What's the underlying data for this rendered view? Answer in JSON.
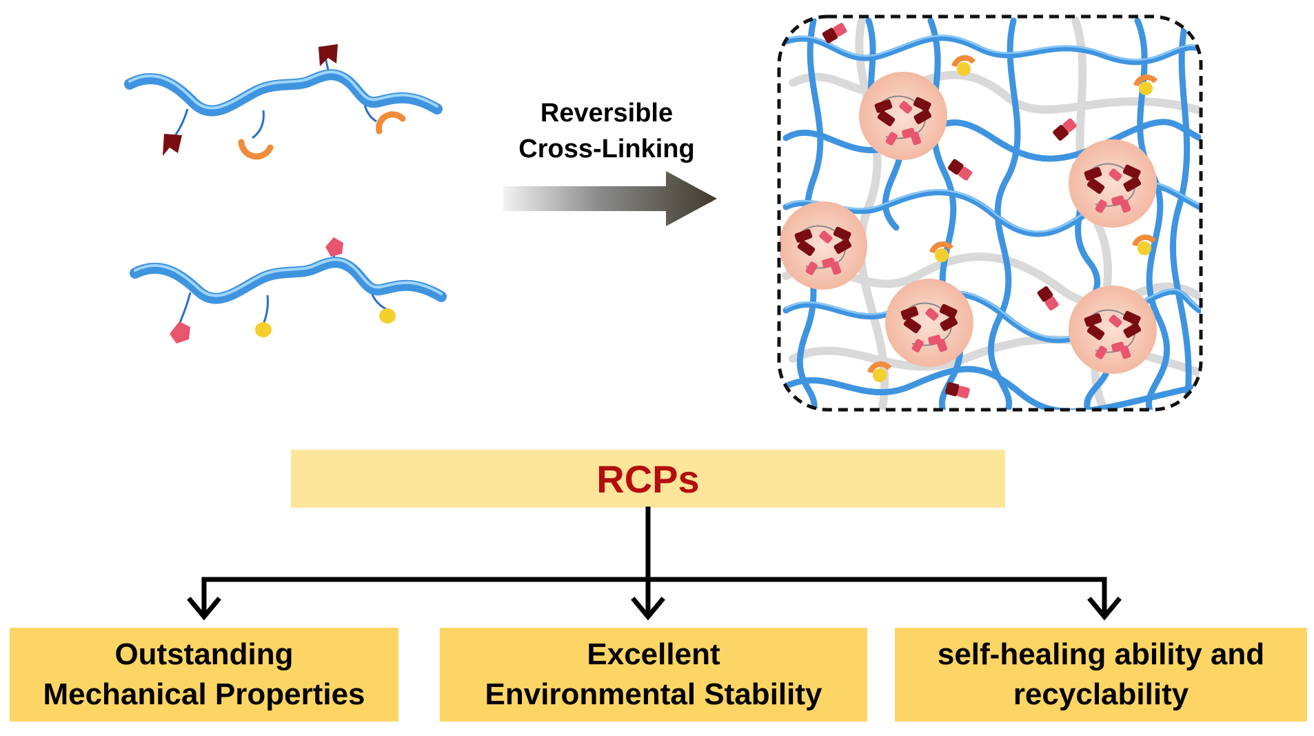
{
  "arrow": {
    "line1": "Reversible",
    "line2": "Cross-Linking"
  },
  "center": {
    "label": "RCPs"
  },
  "properties": [
    {
      "line1": "Outstanding",
      "line2": "Mechanical Properties"
    },
    {
      "line1": "Excellent",
      "line2": "Environmental Stability"
    },
    {
      "line1": "self-healing ability and",
      "line2": "recyclability"
    }
  ],
  "colors": {
    "chain": "#3f94e0",
    "chain_highlight": "#8fd0ff",
    "dark_red_unit": "#7a0d12",
    "pink_unit": "#e8556e",
    "orange_unit": "#f08c3a",
    "yellow_unit": "#f5cf2d",
    "center_box": "#fde59a",
    "property_box": "#fcd564",
    "center_text": "#b30d0d",
    "cluster": "#f6c4b0"
  }
}
